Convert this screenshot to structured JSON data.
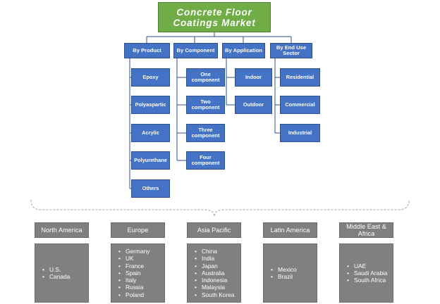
{
  "title": "Concrete Floor Coatings Market",
  "segments": [
    {
      "label": "By Product",
      "items": [
        "Epoxy",
        "Polyaspartic",
        "Acrylic",
        "Polyurethane",
        "Others"
      ]
    },
    {
      "label": "By Component",
      "items": [
        "One component",
        "Two component",
        "Three component",
        "Four component"
      ]
    },
    {
      "label": "By Application",
      "items": [
        "Indoor",
        "Outdoor"
      ]
    },
    {
      "label": "By End Use Sector",
      "items": [
        "Residential",
        "Commercial",
        "Industrial"
      ]
    }
  ],
  "regions": [
    {
      "label": "North America",
      "countries": [
        "U.S.",
        "Canada"
      ]
    },
    {
      "label": "Europe",
      "countries": [
        "Germany",
        "UK",
        "France",
        "Spain",
        "Italy",
        "Russia",
        "Poland"
      ]
    },
    {
      "label": "Asia Pacific",
      "countries": [
        "China",
        "India",
        "Japan",
        "Australia",
        "Indonesia",
        "Malaysia",
        "South Korea"
      ]
    },
    {
      "label": "Latin America",
      "countries": [
        "Mexico",
        "Brazil"
      ]
    },
    {
      "label": "Middle East & Africa",
      "countries": [
        "UAE",
        "Saudi Arabia",
        "South Africa"
      ]
    }
  ],
  "colors": {
    "root": "#70ad47",
    "node": "#4472c4",
    "region": "#808080",
    "connector": "#2f528f",
    "brace": "#a6a6a6"
  }
}
